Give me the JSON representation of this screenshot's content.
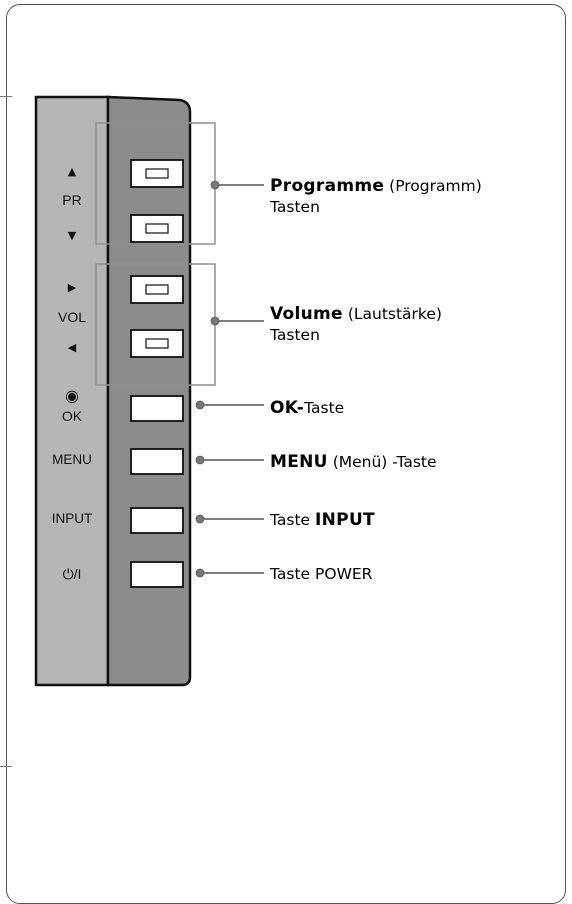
{
  "panel": {
    "pr_up_glyph": "▲",
    "pr_label": "PR",
    "pr_down_glyph": "▼",
    "vol_right_glyph": "▶",
    "vol_label": "VOL",
    "vol_left_glyph": "◀",
    "ok_glyph": "◉",
    "ok_label": "OK",
    "menu_label": "MENU",
    "input_label": "INPUT",
    "power_label": "⏻/I"
  },
  "callouts": {
    "programme": {
      "bold": "Programme",
      "rest": " (Programm)",
      "line2": "Tasten"
    },
    "volume": {
      "bold": "Volume",
      "rest": " (Lautstärke)",
      "line2": "Tasten"
    },
    "ok": {
      "bold": "OK-",
      "rest": "Taste"
    },
    "menu": {
      "bold": "MENU",
      "rest": " (Menü)  -Taste"
    },
    "input": {
      "pre": "Taste ",
      "bold": "INPUT"
    },
    "power": {
      "text": "Taste POWER"
    }
  },
  "colors": {
    "panel_light": "#b6b6b6",
    "panel_dark": "#8c8c8c",
    "bracket": "#8f8f8f",
    "leader": "#333333",
    "dot": "#777777"
  }
}
